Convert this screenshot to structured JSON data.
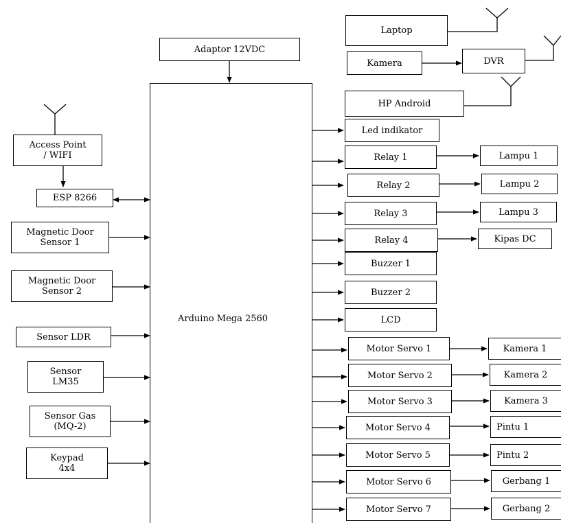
{
  "diagram": {
    "controller": "Arduino Mega 2560",
    "power": "Adaptor 12VDC",
    "laptop": "Laptop",
    "kamera": "Kamera",
    "dvr": "DVR",
    "hp_android": "HP Android",
    "access_point": "Access Point\n/ WIFI",
    "esp": "ESP 8266",
    "inputs": {
      "magnetic_door_1": "Magnetic Door\nSensor 1",
      "magnetic_door_2": "Magnetic Door\nSensor 2",
      "ldr": "Sensor LDR",
      "lm35": "Sensor\nLM35",
      "gas": "Sensor Gas\n(MQ-2)",
      "keypad": "Keypad\n4x4"
    },
    "outputs": {
      "led": "Led indikator",
      "relay1": "Relay 1",
      "relay2": "Relay 2",
      "relay3": "Relay 3",
      "relay4": "Relay 4",
      "buzzer1": "Buzzer 1",
      "buzzer2": "Buzzer 2",
      "lcd": "LCD",
      "servo1": "Motor Servo 1",
      "servo2": "Motor Servo 2",
      "servo3": "Motor Servo 3",
      "servo4": "Motor Servo 4",
      "servo5": "Motor Servo 5",
      "servo6": "Motor Servo 6",
      "servo7": "Motor Servo 7"
    },
    "loads": {
      "lampu1": "Lampu 1",
      "lampu2": "Lampu 2",
      "lampu3": "Lampu 3",
      "kipas": "Kipas DC",
      "kamera1": "Kamera 1",
      "kamera2": "Kamera 2",
      "kamera3": "Kamera 3",
      "pintu1": "Pintu 1",
      "pintu2": "Pintu 2",
      "gerbang1": "Gerbang 1",
      "gerbang2": "Gerbang 2"
    }
  }
}
